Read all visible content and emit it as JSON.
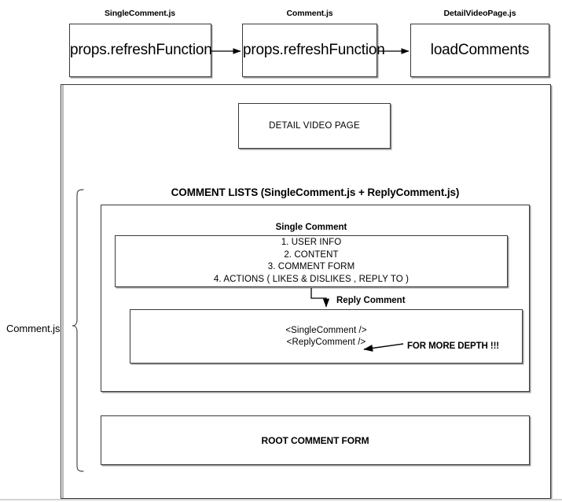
{
  "diagram": {
    "title_flow": [
      {
        "caption": "SingleComment.js",
        "body": "props.refreshFunction"
      },
      {
        "caption": "Comment.js",
        "body": "props.refreshFunction"
      },
      {
        "caption": "DetailVideoPage.js",
        "body": "loadComments"
      }
    ],
    "detail_video_page": "DETAIL VIDEO PAGE",
    "side_label": "Comment.js",
    "comment_lists_heading": "COMMENT LISTS (SingleComment.js + ReplyComment.js)",
    "single_comment_heading": "Single Comment",
    "single_comment_items": [
      "1. USER INFO",
      "2. CONTENT",
      "3. COMMENT FORM",
      "4. ACTIONS ( LIKES & DISLIKES , REPLY TO )"
    ],
    "reply_comment_heading": "Reply Comment",
    "reply_comment_items": [
      "<SingleComment />",
      "<ReplyComment />"
    ],
    "for_more_depth": "FOR MORE DEPTH !!!",
    "root_comment_form": "ROOT COMMENT FORM"
  },
  "colors": {
    "stroke": "#3a3a3a",
    "shadow": "#9a9a9a",
    "background": "#ffffff",
    "text": "#000000"
  }
}
